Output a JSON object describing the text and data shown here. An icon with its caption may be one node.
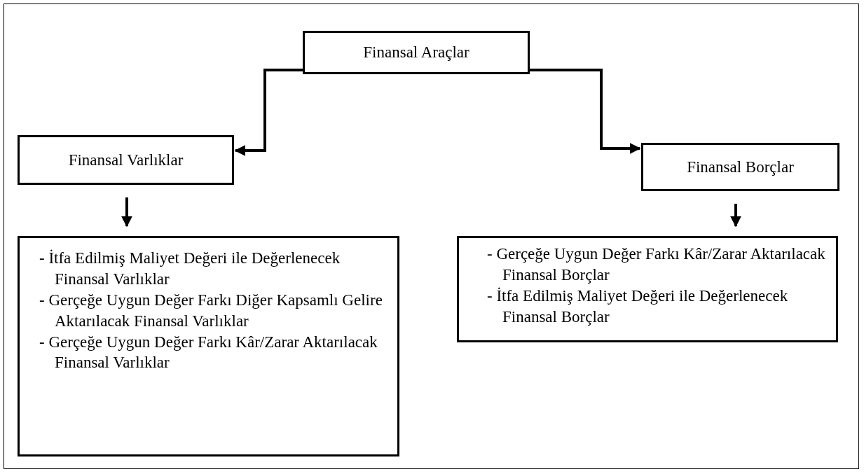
{
  "diagram": {
    "nodes": [
      {
        "text": [
          "Finansal Araçlar"
        ]
      },
      {
        "text": [
          "Finansal Varlıklar"
        ]
      },
      {
        "text": [
          "Finansal Borçlar"
        ]
      },
      {
        "text": [
          "- İtfa Edilmiş Maliyet Değeri ile Değerlenecek Finansal Varlıklar",
          "- Gerçeğe Uygun Değer Farkı Diğer Kapsamlı Gelire Aktarılacak Finansal Varlıklar",
          "- Gerçeğe Uygun Değer Farkı Kâr/Zarar Aktarılacak Finansal Varlıklar"
        ]
      },
      {
        "text": [
          "- Gerçeğe Uygun Değer Farkı Kâr/Zarar Aktarılacak Finansal Borçlar",
          "- İtfa Edilmiş Maliyet Değeri ile Değerlenecek Finansal Borçlar"
        ]
      }
    ],
    "edges": [
      {
        "from": 0,
        "to": 1,
        "arrow": "to"
      },
      {
        "from": 0,
        "to": 2,
        "arrow": "to"
      },
      {
        "from": 1,
        "to": 3,
        "arrow": "to"
      },
      {
        "from": 2,
        "to": 4,
        "arrow": "to"
      }
    ]
  }
}
